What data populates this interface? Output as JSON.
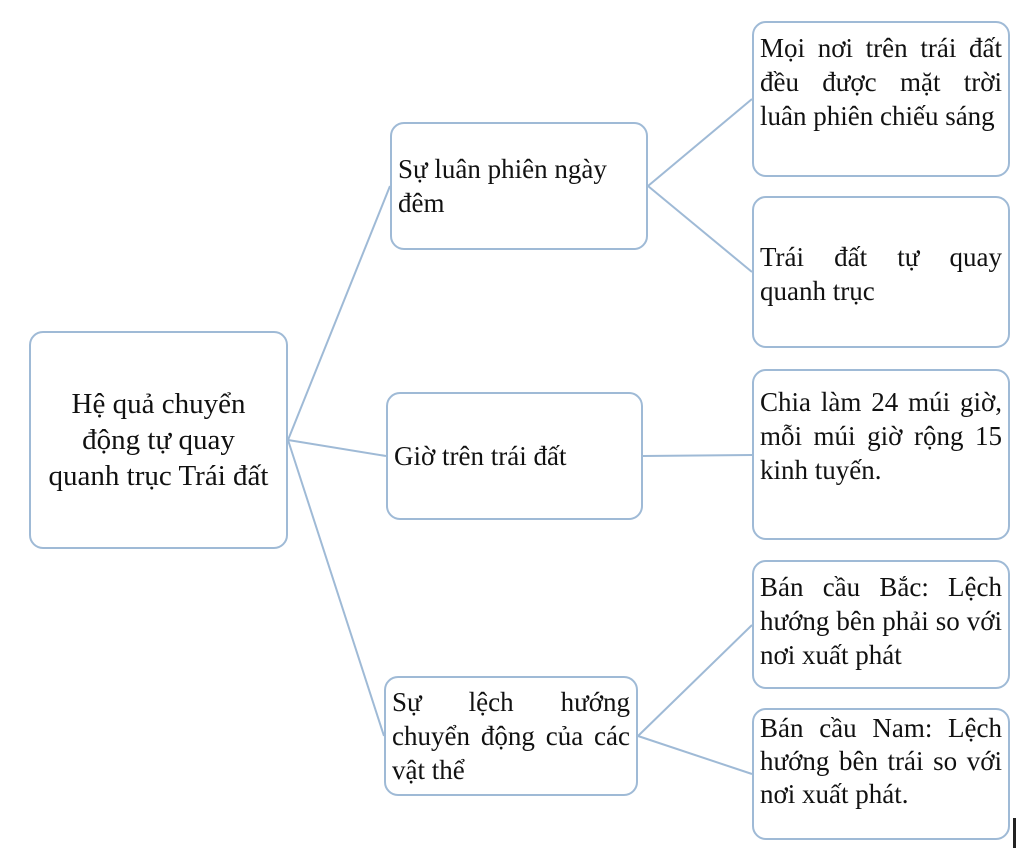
{
  "root": {
    "label": "Hệ quả chuyển động tự quay quanh trục Trái đất"
  },
  "branches": [
    {
      "label": "Sự luân phiên ngày đêm",
      "leaves": [
        {
          "label": "Mọi nơi trên trái đất đều được mặt trời luân phiên chiếu sáng"
        },
        {
          "label": "Trái đất tự quay quanh trục"
        }
      ]
    },
    {
      "label": "Giờ trên trái đất",
      "leaves": [
        {
          "label": "Chia làm 24 múi giờ, mỗi múi giờ rộng 15 kinh tuyến."
        }
      ]
    },
    {
      "label": "Sự lệch hướng chuyển động của các vật thể",
      "leaves": [
        {
          "label": "Bán cầu Bắc: Lệch hướng bên phải so với nơi xuất phát"
        },
        {
          "label": "Bán cầu Nam: Lệch hướng bên trái so với nơi xuất phát."
        }
      ]
    }
  ],
  "style": {
    "border_color": "#9fbad6",
    "connector_color": "#9fbad6",
    "text_color": "#111111"
  }
}
